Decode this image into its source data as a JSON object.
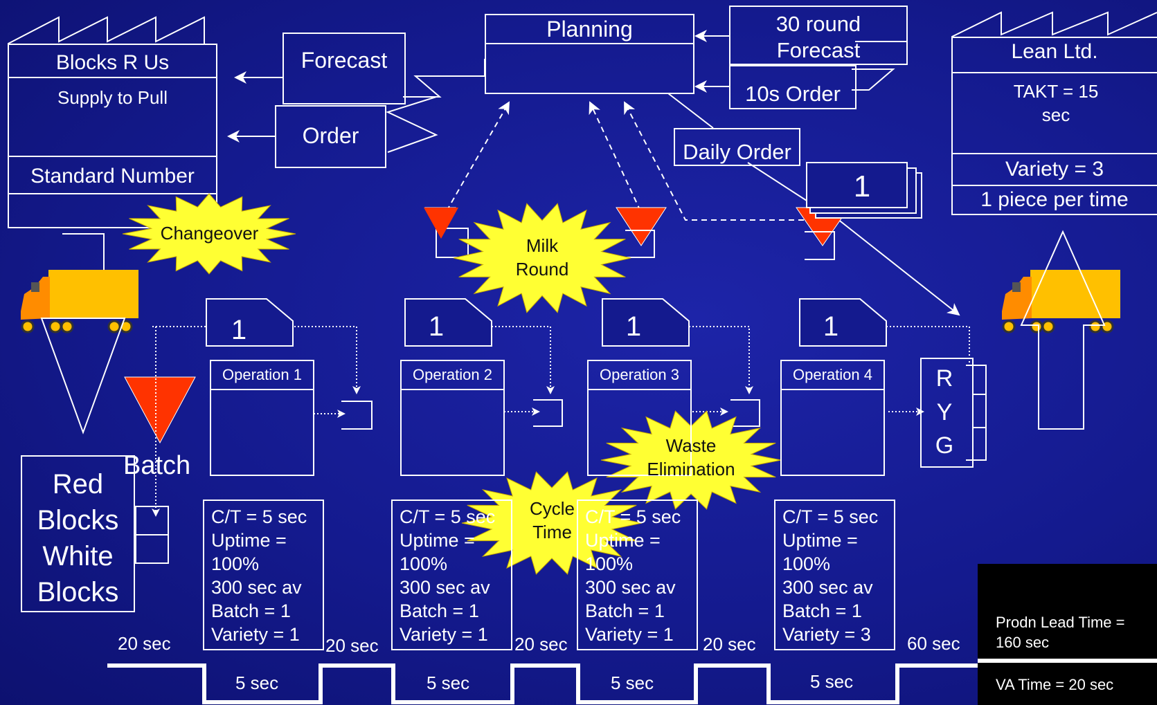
{
  "supplier": {
    "name": "Blocks R Us",
    "policy": "Supply to Pull",
    "standard": "Standard Number"
  },
  "customer": {
    "name": "Lean Ltd.",
    "takt": "TAKT = 15 sec",
    "variety": "Variety = 3",
    "pieces": "1 piece per time"
  },
  "control": {
    "planning": "Planning",
    "forecast": "Forecast",
    "order": "Order",
    "round_forecast": "30 round Forecast",
    "order_10s": "10s Order",
    "daily_order": "Daily Order",
    "kanban_count": "1"
  },
  "bursts": {
    "changeover": "Changeover",
    "milk_round": "Milk Round",
    "waste": "Waste Elimination",
    "cycle_time": "Cycle Time"
  },
  "inventory": {
    "batch_label": "Batch",
    "stock_note": "Red Blocks White Blocks"
  },
  "kanban_cards": [
    "1",
    "1",
    "1",
    "1"
  ],
  "operations": [
    {
      "name": "Operation 1",
      "ct": "C/T = 5 sec",
      "uptime_label": "Uptime =",
      "uptime": "100%",
      "available": "300 sec av",
      "batch": "Batch = 1",
      "variety": "Variety = 1"
    },
    {
      "name": "Operation 2",
      "ct": "C/T = 5 sec",
      "uptime_label": "Uptime =",
      "uptime": "100%",
      "available": "300 sec av",
      "batch": "Batch = 1",
      "variety": "Variety = 1"
    },
    {
      "name": "Operation 3",
      "ct": "C/T = 5 sec",
      "uptime_label": "Uptime =",
      "uptime": "100%",
      "available": "300 sec av",
      "batch": "Batch = 1",
      "variety": "Variety = 1"
    },
    {
      "name": "Operation 4",
      "ct": "C/T = 5 sec",
      "uptime_label": "Uptime =",
      "uptime": "100%",
      "available": "300 sec av",
      "batch": "Batch = 1",
      "variety": "Variety = 3"
    }
  ],
  "signal": {
    "r": "R",
    "y": "Y",
    "g": "G"
  },
  "timeline": {
    "wait": [
      "20 sec",
      "20 sec",
      "20 sec",
      "20 sec",
      "60 sec"
    ],
    "process": [
      "5 sec",
      "5 sec",
      "5 sec",
      "5 sec"
    ]
  },
  "summary": {
    "lead_time": "Prodn Lead Time = 160 sec",
    "va_time": "VA Time = 20 sec"
  },
  "colors": {
    "background": "#141a8e",
    "burst": "#ffff33",
    "inventory": "#ff3300",
    "truck": "#ffc000"
  }
}
